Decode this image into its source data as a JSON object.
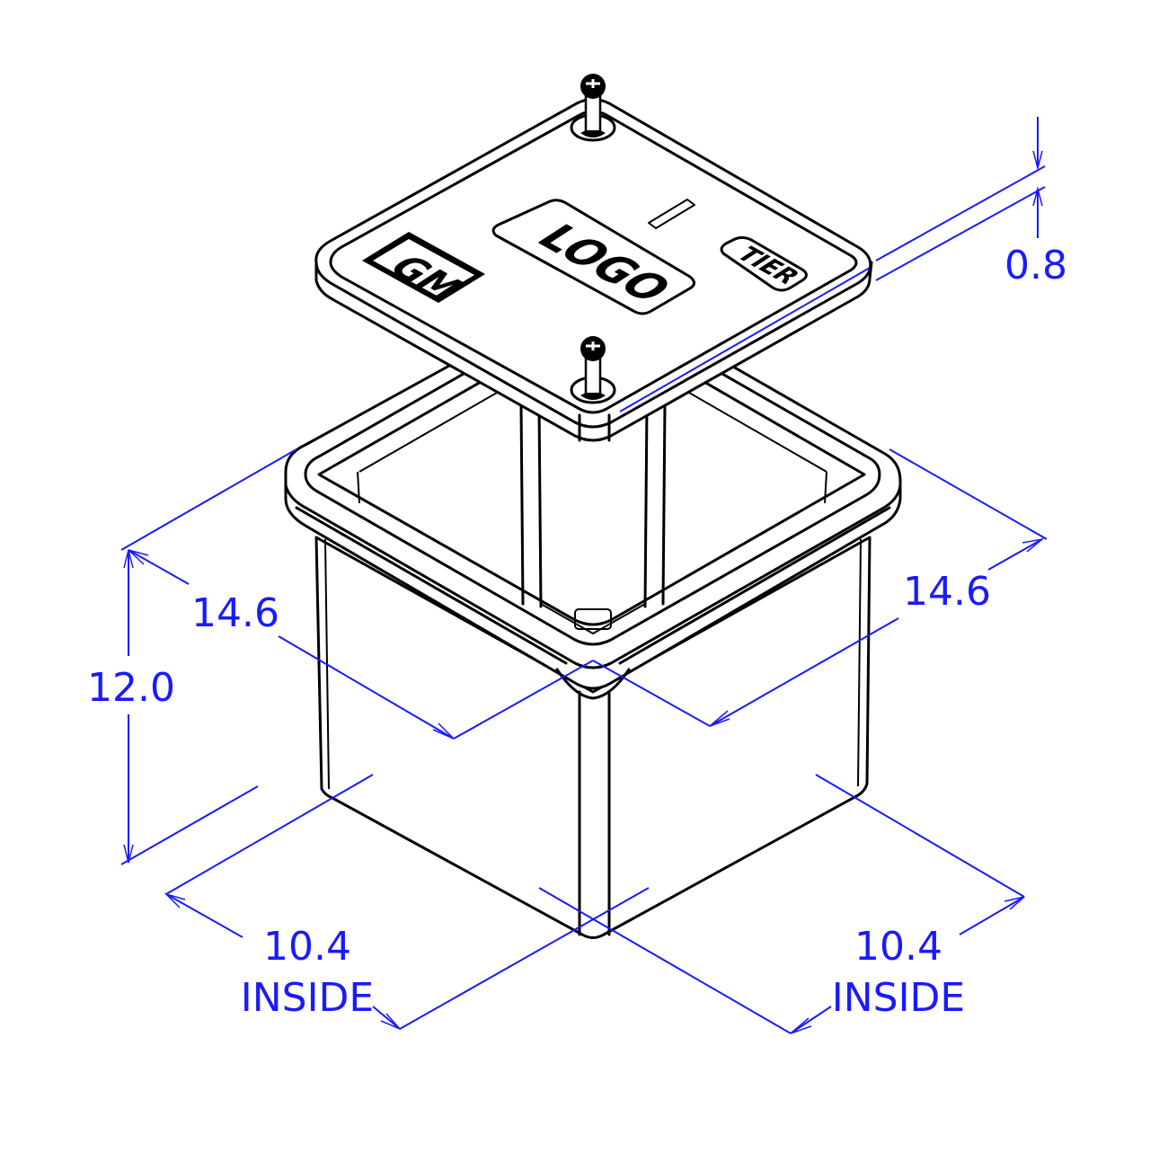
{
  "drawing": {
    "lid_labels": {
      "brand": "GM",
      "logo": "LOGO",
      "tier": "TIER"
    },
    "dimensions": {
      "lid_thickness": "0.8",
      "height": "12.0",
      "outer_width_left": "14.6",
      "outer_width_right": "14.6",
      "inside_width_left": "10.4",
      "inside_width_right": "10.4",
      "inside_label": "INSIDE"
    },
    "colors": {
      "dimension": "#1a1aff",
      "line": "#000000"
    }
  }
}
